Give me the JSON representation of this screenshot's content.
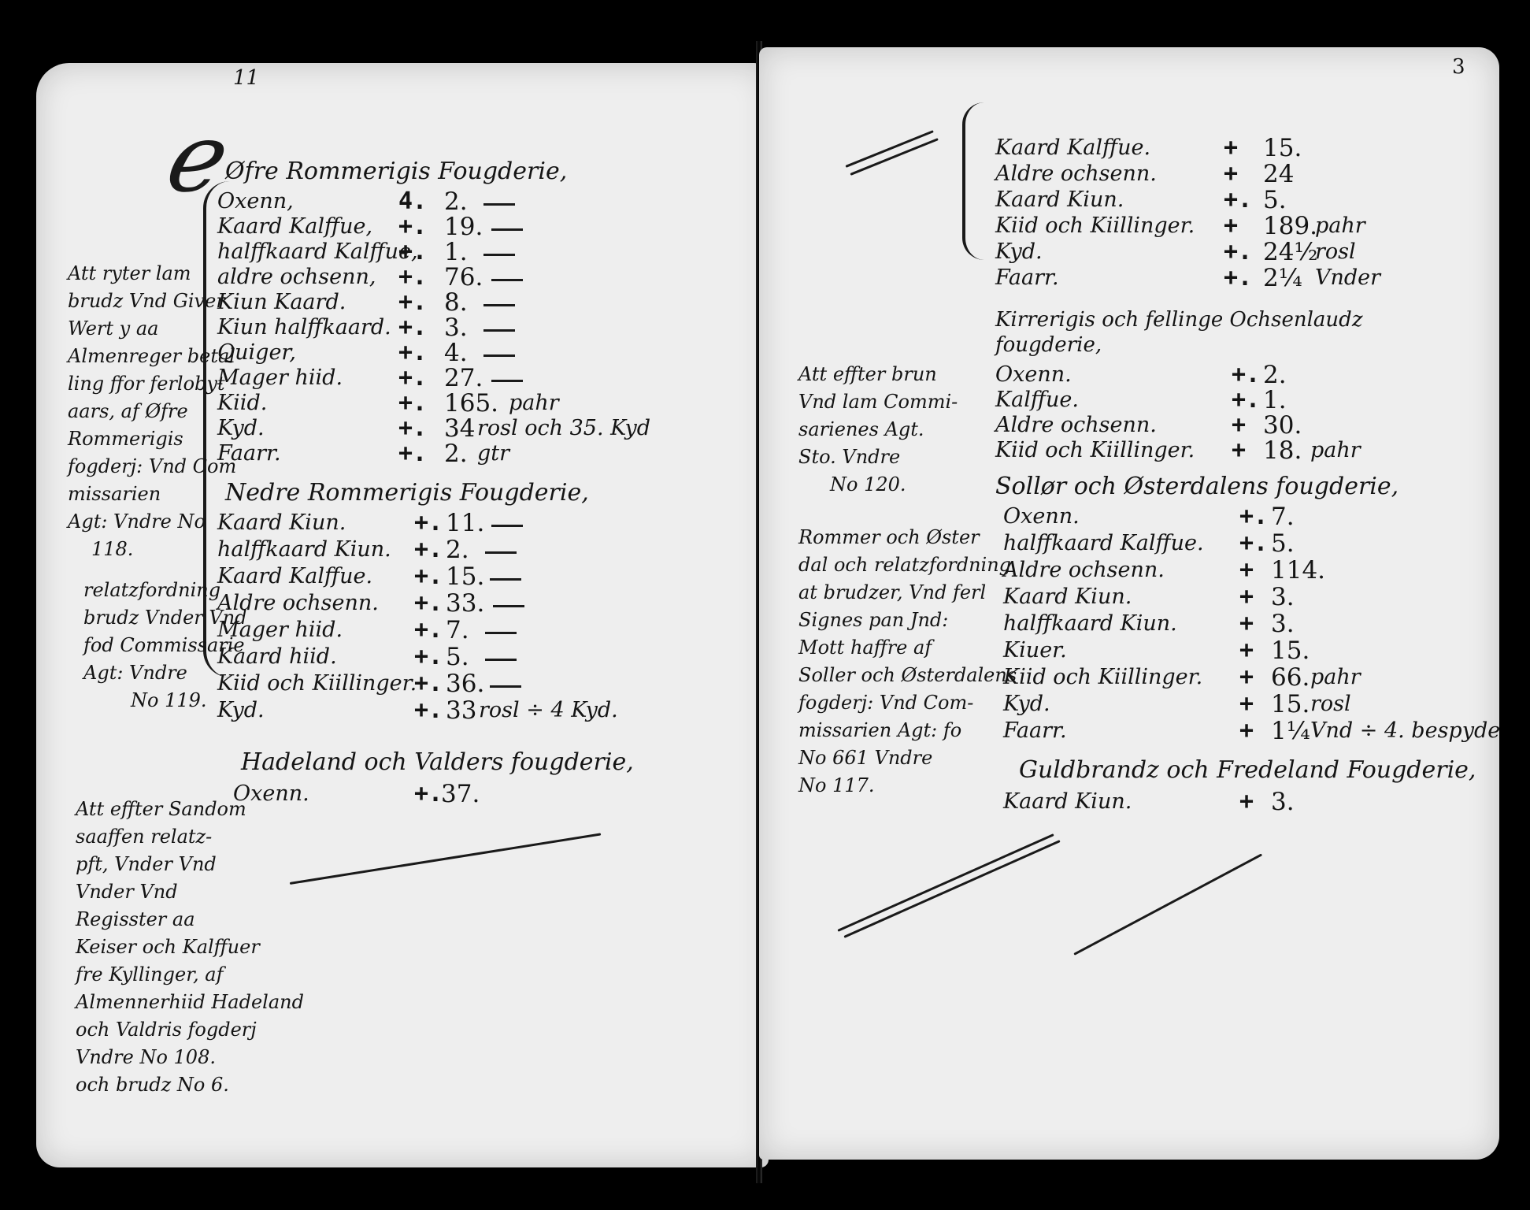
{
  "folio": "3",
  "page_mark_left": "11",
  "left": {
    "sections": [
      {
        "heading": "Øfre Rommerigis Fougderie,",
        "items": [
          {
            "name": "Oxenn,",
            "mark": "4.",
            "qty": "2.",
            "unit": ""
          },
          {
            "name": "Kaard Kalffue,",
            "mark": "+.",
            "qty": "19.",
            "unit": ""
          },
          {
            "name": "halffkaard Kalffue,",
            "mark": "+.",
            "qty": "1.",
            "unit": ""
          },
          {
            "name": "aldre ochsenn,",
            "mark": "+.",
            "qty": "76.",
            "unit": ""
          },
          {
            "name": "Kiun Kaard.",
            "mark": "+.",
            "qty": "8.",
            "unit": ""
          },
          {
            "name": "Kiun halffkaard.",
            "mark": "+.",
            "qty": "3.",
            "unit": ""
          },
          {
            "name": "Quiger,",
            "mark": "+.",
            "qty": "4.",
            "unit": ""
          },
          {
            "name": "Mager hiid.",
            "mark": "+.",
            "qty": "27.",
            "unit": ""
          },
          {
            "name": "Kiid.",
            "mark": "+.",
            "qty": "165.",
            "unit": "pahr"
          },
          {
            "name": "Kyd.",
            "mark": "+.",
            "qty": "34",
            "unit": "rosl och 35. Kyd"
          },
          {
            "name": "Faarr.",
            "mark": "+.",
            "qty": "2.",
            "unit": "gtr"
          }
        ]
      },
      {
        "heading": "Nedre Rommerigis Fougderie,",
        "items": [
          {
            "name": "Kaard Kiun.",
            "mark": "+.",
            "qty": "11.",
            "unit": ""
          },
          {
            "name": "halffkaard Kiun.",
            "mark": "+.",
            "qty": "2.",
            "unit": ""
          },
          {
            "name": "Kaard Kalffue.",
            "mark": "+.",
            "qty": "15.",
            "unit": ""
          },
          {
            "name": "Aldre ochsenn.",
            "mark": "+.",
            "qty": "33.",
            "unit": ""
          },
          {
            "name": "Mager hiid.",
            "mark": "+.",
            "qty": "7.",
            "unit": ""
          },
          {
            "name": "Kaard hiid.",
            "mark": "+.",
            "qty": "5.",
            "unit": ""
          },
          {
            "name": "Kiid och Kiillinger.",
            "mark": "+.",
            "qty": "36.",
            "unit": ""
          },
          {
            "name": "Kyd.",
            "mark": "+.",
            "qty": "33",
            "unit": "rosl ÷ 4 Kyd."
          }
        ]
      },
      {
        "heading": "Hadeland och Valders fougderie,",
        "items": [
          {
            "name": "Oxenn.",
            "mark": "+.",
            "qty": "37.",
            "unit": ""
          }
        ]
      }
    ],
    "margin_notes": [
      {
        "lines": [
          "Att ryter lam",
          "brudz Vnd Giver",
          "Wert y aa",
          "Almenreger betal",
          "ling ffor ferlobyt",
          "aars, af Øfre",
          "Rommerigis",
          "fogderj: Vnd Com",
          "missarien",
          "Agt: Vndre No",
          "118."
        ]
      },
      {
        "lines": [
          "relatzfordning",
          "brudz Vnder Vnd",
          "fod Commissarie",
          "Agt: Vndre",
          "No 119."
        ]
      },
      {
        "lines": [
          "Att effter Sandom",
          "saaffen relatz-",
          "pft, Vnder Vnd",
          "Vnder Vnd",
          "Regisster aa",
          "Keiser och Kalffuer",
          "fre Kyllinger, af",
          "Almennerhiid Hadeland",
          "och Valdris fogderj",
          "Vndre No 108.",
          "och brudz No 6."
        ]
      }
    ]
  },
  "right": {
    "sections": [
      {
        "heading": "",
        "items": [
          {
            "name": "Kaard Kalffue.",
            "mark": "+",
            "qty": "15.",
            "unit": ""
          },
          {
            "name": "Aldre ochsenn.",
            "mark": "+",
            "qty": "24",
            "unit": ""
          },
          {
            "name": "Kaard Kiun.",
            "mark": "+.",
            "qty": "5.",
            "unit": ""
          },
          {
            "name": "Kiid och Kiillinger.",
            "mark": "+",
            "qty": "189.",
            "unit": "pahr"
          },
          {
            "name": "Kyd.",
            "mark": "+.",
            "qty": "24½",
            "unit": "rosl"
          },
          {
            "name": "Faarr.",
            "mark": "+.",
            "qty": "2¼",
            "unit": "Vnder"
          }
        ]
      },
      {
        "heading": "Kirrerigis och fellinge Ochsenlaudz fougderie,",
        "items": [
          {
            "name": "Oxenn.",
            "mark": "+.",
            "qty": "2.",
            "unit": ""
          },
          {
            "name": "Kalffue.",
            "mark": "+.",
            "qty": "1.",
            "unit": ""
          },
          {
            "name": "Aldre ochsenn.",
            "mark": "+",
            "qty": "30.",
            "unit": ""
          },
          {
            "name": "Kiid och Kiillinger.",
            "mark": "+",
            "qty": "18.",
            "unit": "pahr"
          }
        ]
      },
      {
        "heading": "Sollør och Østerdalens fougderie,",
        "items": [
          {
            "name": "Oxenn.",
            "mark": "+.",
            "qty": "7.",
            "unit": ""
          },
          {
            "name": "halffkaard Kalffue.",
            "mark": "+.",
            "qty": "5.",
            "unit": ""
          },
          {
            "name": "Aldre ochsenn.",
            "mark": "+",
            "qty": "114.",
            "unit": ""
          },
          {
            "name": "Kaard Kiun.",
            "mark": "+",
            "qty": "3.",
            "unit": ""
          },
          {
            "name": "halffkaard Kiun.",
            "mark": "+",
            "qty": "3.",
            "unit": ""
          },
          {
            "name": "Kiuer.",
            "mark": "+",
            "qty": "15.",
            "unit": ""
          },
          {
            "name": "Kiid och Kiillinger.",
            "mark": "+",
            "qty": "66.",
            "unit": "pahr"
          },
          {
            "name": "Kyd.",
            "mark": "+",
            "qty": "15.",
            "unit": "rosl"
          },
          {
            "name": "Faarr.",
            "mark": "+",
            "qty": "1¼",
            "unit": "Vnd ÷ 4. bespyde"
          }
        ]
      },
      {
        "heading": "Guldbrandz och Fredeland Fougderie,",
        "items": [
          {
            "name": "Kaard Kiun.",
            "mark": "+",
            "qty": "3.",
            "unit": ""
          }
        ]
      }
    ],
    "margin_notes": [
      {
        "lines": [
          "Att effter brun",
          "Vnd lam Commi-",
          "sarienes Agt.",
          "Sto. Vndre",
          "No 120."
        ]
      },
      {
        "lines": [
          "Rommer och Øster",
          "dal och relatzfordning",
          "at brudzer, Vnd ferl",
          "Signes pan Jnd:",
          "Mott haffre af",
          "Soller och Østerdalens",
          "fogderj: Vnd Com-",
          "missarien Agt: fo",
          "No 661 Vndre",
          "No 117."
        ]
      }
    ]
  }
}
